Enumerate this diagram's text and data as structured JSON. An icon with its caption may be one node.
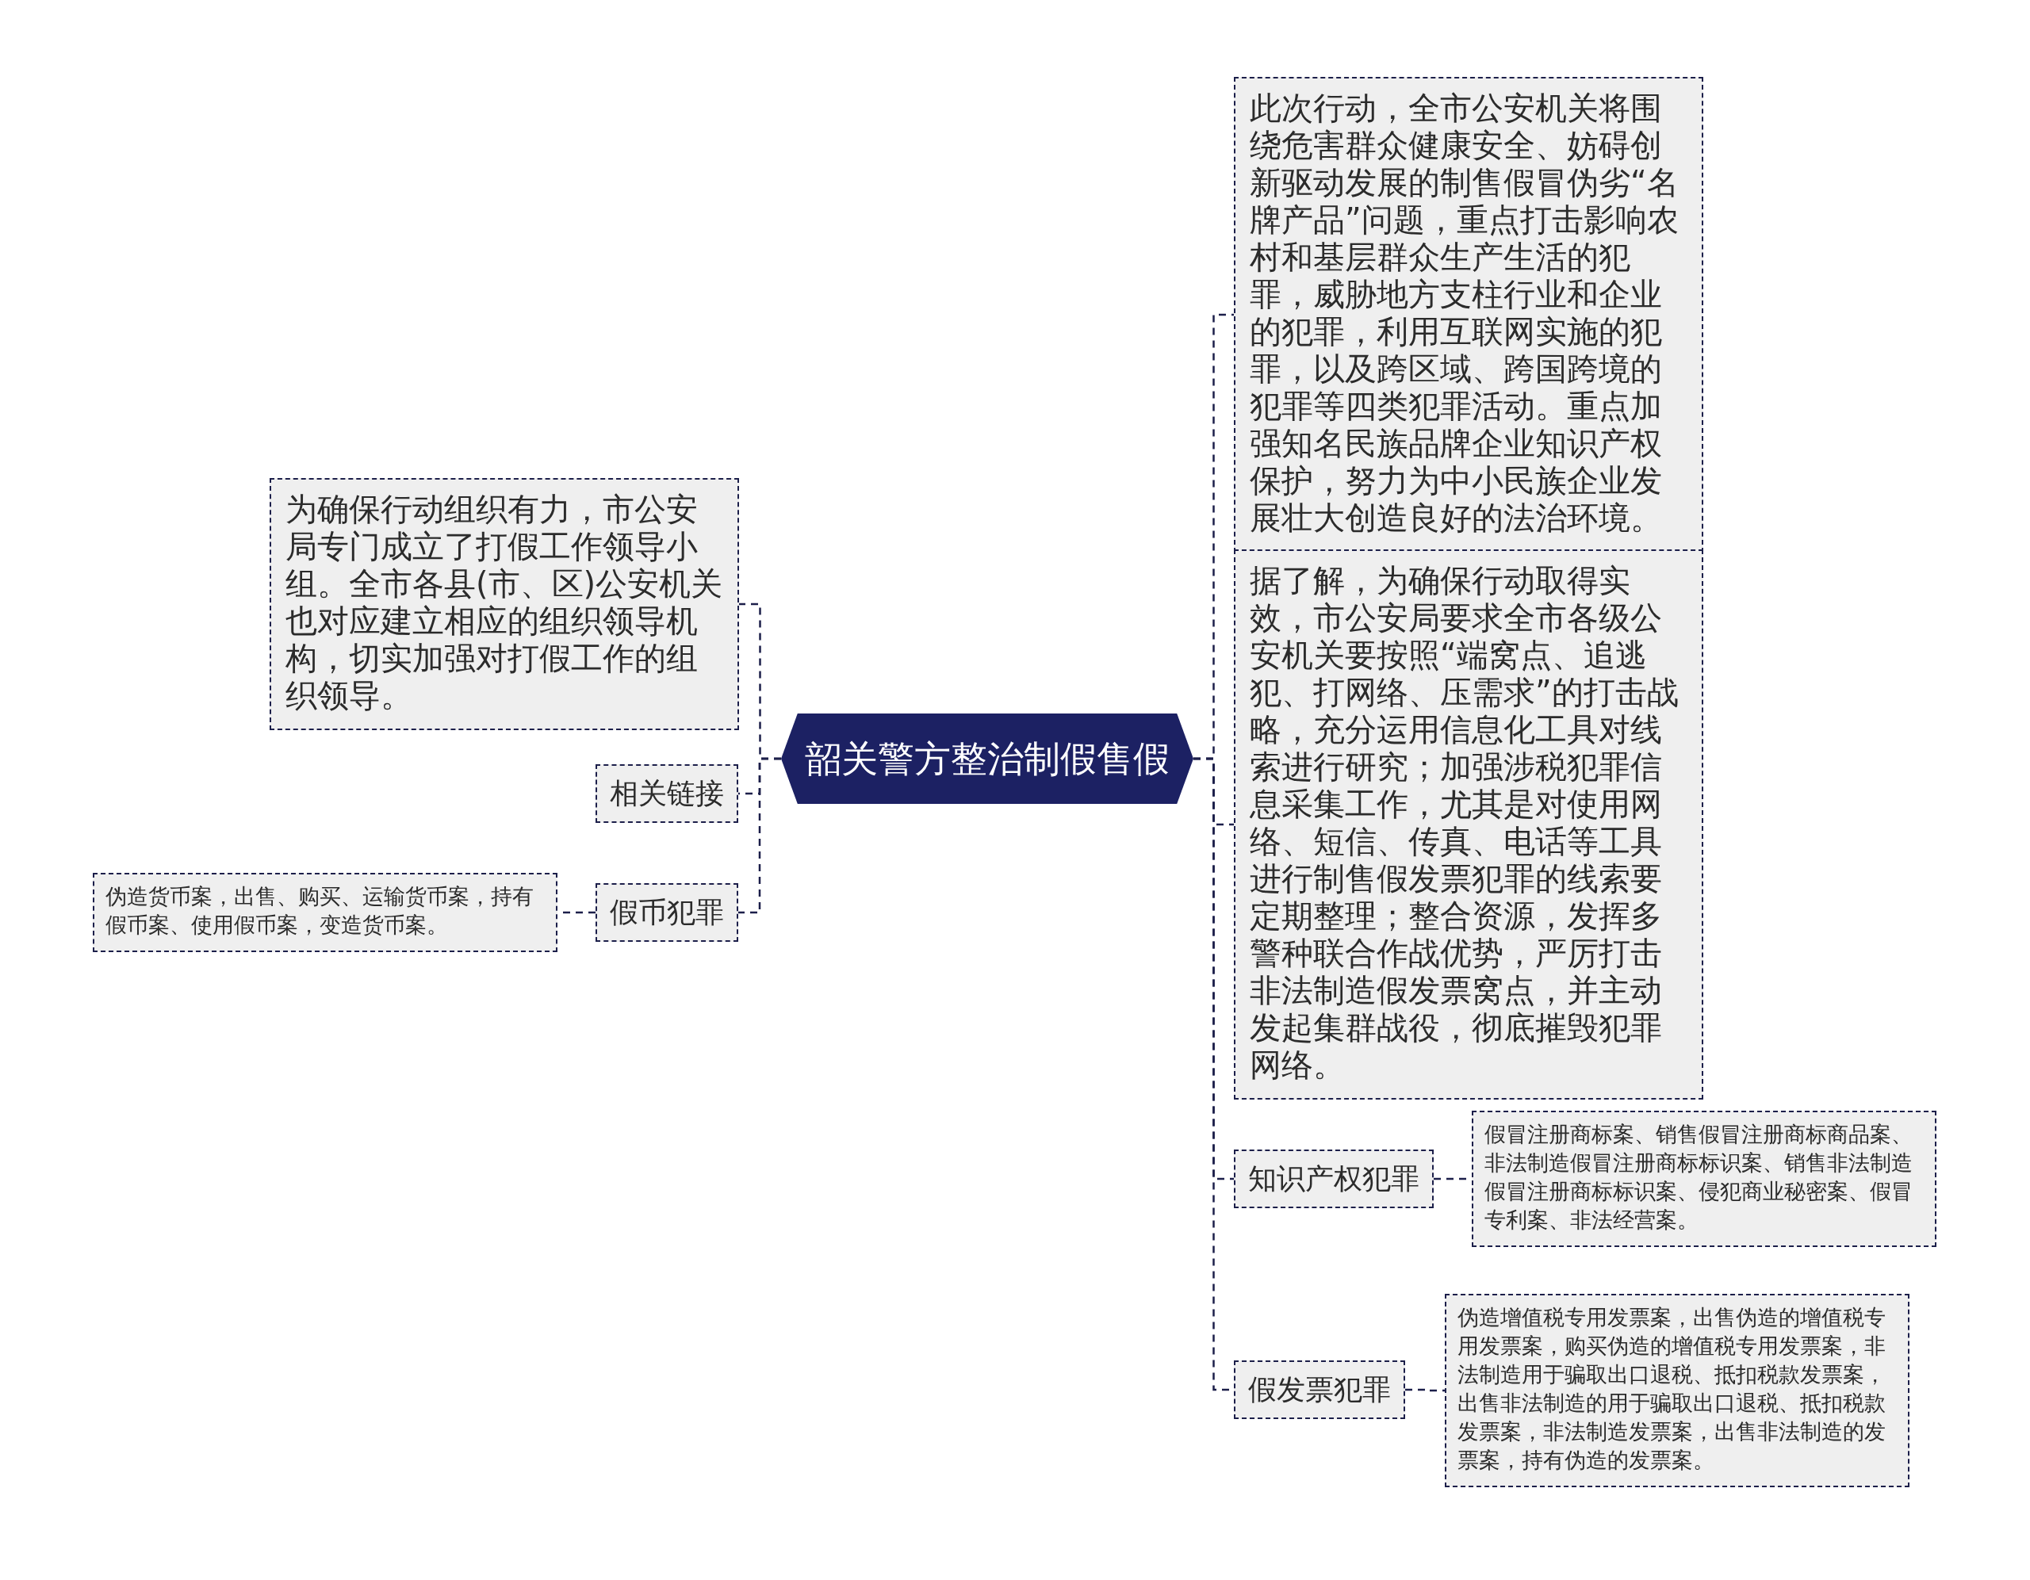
{
  "diagram": {
    "nodes": [
      {
        "text": [
          "韶关警方整治制假售假"
        ]
      },
      {
        "text": [
          "为确保行动组织有力，市公安局专门成立了打假工作领导小组。全市各县(市、区)公安机关也对应建立相应的组织领导机构，切实加强对打假工作的组织领导。"
        ]
      },
      {
        "text": [
          "相关链接"
        ]
      },
      {
        "text": [
          "假币犯罪"
        ]
      },
      {
        "text": [
          "伪造货币案，出售、购买、运输货币案，持有假币案、使用假币案，变造货币案。"
        ]
      },
      {
        "text": [
          "此次行动，全市公安机关将围绕危害群众健康安全、妨碍创新驱动发展的制售假冒伪劣“名牌产品”问题，重点打击影响农村和基层群众生产生活的犯罪，威胁地方支柱行业和企业的犯罪，利用互联网实施的犯罪，以及跨区域、跨国跨境的犯罪等四类犯罪活动。重点加强知名民族品牌企业知识产权保护，努力为中小民族企业发展壮大创造良好的法治环境。"
        ]
      },
      {
        "text": [
          "据了解，为确保行动取得实效，市公安局要求全市各级公安机关要按照“端窝点、追逃犯、打网络、压需求”的打击战略，充分运用信息化工具对线索进行研究；加强涉税犯罪信息采集工作，尤其是对使用网络、短信、传真、电话等工具进行制售假发票犯罪的线索要定期整理；整合资源，发挥多警种联合作战优势，严厉打击非法制造假发票窝点，并主动发起集群战役，彻底摧毁犯罪网络。"
        ]
      },
      {
        "text": [
          "知识产权犯罪"
        ]
      },
      {
        "text": [
          "假冒注册商标案、销售假冒注册商标商品案、非法制造假冒注册商标标识案、销售非法制造假冒注册商标标识案、侵犯商业秘密案、假冒专利案、非法经营案。"
        ]
      },
      {
        "text": [
          "假发票犯罪"
        ]
      },
      {
        "text": [
          "伪造增值税专用发票案，出售伪造的增值税专用发票案，购买伪造的增值税专用发票案，非法制造用于骗取出口退税、抵扣税款发票案，出售非法制造的用于骗取出口退税、抵扣税款发票案，非法制造发票案，出售非法制造的发票案，持有伪造的发票案。"
        ]
      }
    ],
    "edges": [
      {
        "from": 0,
        "to": 1,
        "arrow": "none",
        "style": "dashed"
      },
      {
        "from": 0,
        "to": 2,
        "arrow": "none",
        "style": "dashed"
      },
      {
        "from": 0,
        "to": 3,
        "arrow": "none",
        "style": "dashed"
      },
      {
        "from": 3,
        "to": 4,
        "arrow": "none",
        "style": "dashed"
      },
      {
        "from": 0,
        "to": 5,
        "arrow": "none",
        "style": "dashed"
      },
      {
        "from": 0,
        "to": 6,
        "arrow": "none",
        "style": "dashed"
      },
      {
        "from": 0,
        "to": 7,
        "arrow": "none",
        "style": "dashed"
      },
      {
        "from": 7,
        "to": 8,
        "arrow": "none",
        "style": "dashed"
      },
      {
        "from": 0,
        "to": 9,
        "arrow": "none",
        "style": "dashed"
      },
      {
        "from": 9,
        "to": 10,
        "arrow": "none",
        "style": "dashed"
      }
    ]
  }
}
